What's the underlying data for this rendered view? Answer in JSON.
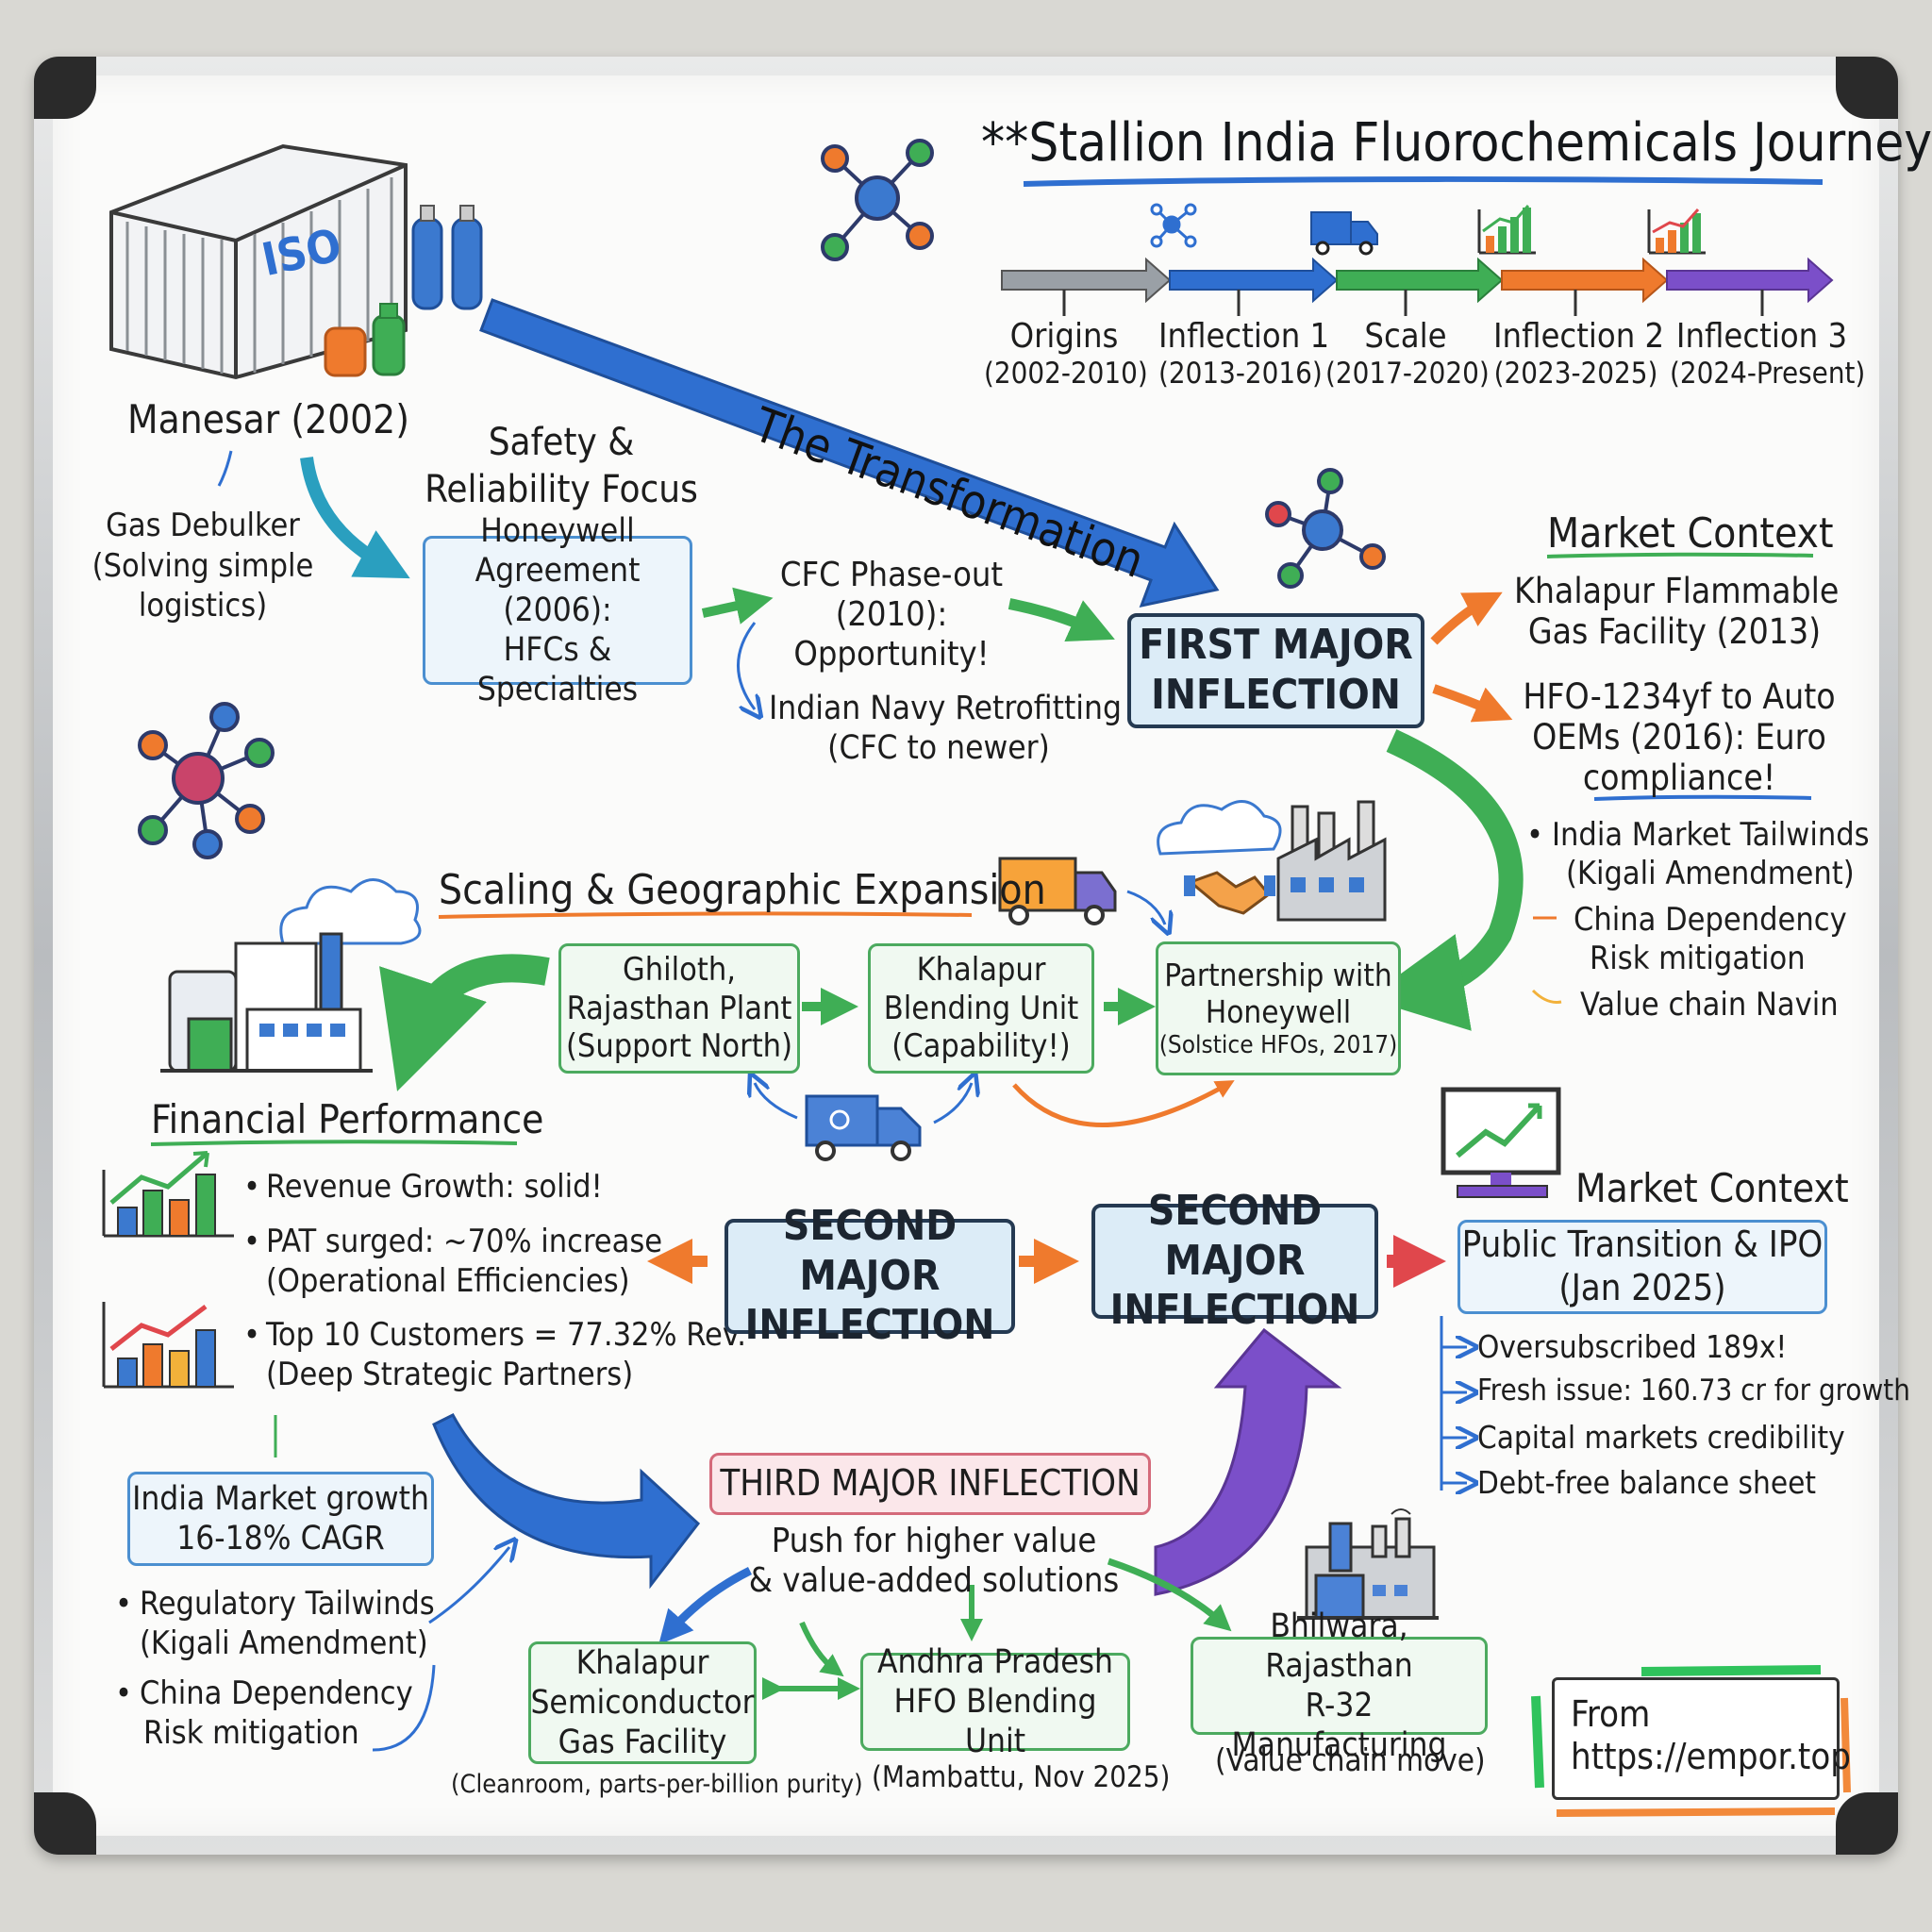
{
  "title": "**Stallion India Fluorochemicals Journey**",
  "timeline": [
    {
      "label": "Origins",
      "years": "(2002-2010)"
    },
    {
      "label": "Inflection 1",
      "years": "(2013-2016)"
    },
    {
      "label": "Scale",
      "years": "(2017-2020)"
    },
    {
      "label": "Inflection 2",
      "years": "(2023-2025)"
    },
    {
      "label": "Inflection 3",
      "years": "(2024-Present)"
    }
  ],
  "container_label": "ISO",
  "manesar": "Manesar (2002)",
  "gas_debulker": [
    "Gas Debulker",
    "(Solving simple",
    "logistics)"
  ],
  "safety": [
    "Safety &",
    "Reliability Focus"
  ],
  "honeywell_agreement": [
    "Honeywell",
    "Agreement (2006):",
    "HFCs & Specialties"
  ],
  "cfc_phaseout": [
    "CFC Phase-out",
    "(2010):",
    "Opportunity!"
  ],
  "navy": [
    "Indian Navy Retrofitting",
    "(CFC to newer)"
  ],
  "transformation": "The Transformation",
  "first_major": [
    "FIRST MAJOR",
    "INFLECTION"
  ],
  "market_context_1": "Market Context",
  "khalapur_flammable": [
    "Khalapur Flammable",
    "Gas Facility (2013)"
  ],
  "hfo_auto": [
    "HFO-1234yf to Auto",
    "OEMs (2016): Euro",
    "compliance!"
  ],
  "tailwinds": [
    "India Market Tailwinds",
    "(Kigali Amendment)"
  ],
  "china_dep_1": [
    "China Dependency",
    "Risk mitigation"
  ],
  "value_chain_navin": "Value chain Navin",
  "scaling_title": "Scaling & Geographic Expansion",
  "ghiloth": [
    "Ghiloth,",
    "Rajasthan Plant",
    "(Support North)"
  ],
  "khalapur_blending": [
    "Khalapur",
    "Blending Unit",
    "(Capability!)"
  ],
  "partnership": [
    "Partnership with",
    "Honeywell",
    "(Solstice HFOs, 2017)"
  ],
  "financial_title": "Financial Performance",
  "revenue": "Revenue Growth: solid!",
  "pat": [
    "PAT surged: ~70% increase",
    "(Operational Efficiencies)"
  ],
  "top10": [
    "Top 10 Customers = 77.32% Rev.",
    "(Deep Strategic Partners)"
  ],
  "second_major_a": [
    "SECOND MAJOR",
    "INFLECTION"
  ],
  "second_major_b": [
    "SECOND MAJOR",
    "INFLECTION"
  ],
  "market_context_2": "Market Context",
  "ipo": [
    "Public Transition & IPO",
    "(Jan 2025)"
  ],
  "ipo_points": [
    "Oversubscribed 189x!",
    "Fresh issue: 160.73 cr for growth",
    "Capital markets credibility",
    "Debt-free balance sheet"
  ],
  "india_growth": [
    "India Market growth",
    "16-18% CAGR"
  ],
  "regulatory": [
    "Regulatory Tailwinds",
    "(Kigali Amendment)"
  ],
  "china_dep_2": [
    "China Dependency",
    "Risk mitigation"
  ],
  "third_major": "THIRD MAJOR INFLECTION",
  "push": [
    "Push for higher value",
    "& value-added solutions"
  ],
  "semiconductor": [
    "Khalapur",
    "Semiconductor",
    "Gas Facility"
  ],
  "cleanroom": "(Cleanroom, parts-per-billion purity)",
  "andhra": [
    "Andhra Pradesh",
    "HFO Blending Unit"
  ],
  "mambattu": "(Mambattu, Nov 2025)",
  "bhilwara": [
    "Bhilwara, Rajasthan",
    "R-32 Manufacturing"
  ],
  "value_chain_move": "(Value chain move)",
  "signature": [
    "From",
    "https://empor.top"
  ],
  "colors": {
    "grey": "#8a8f94",
    "blue": "#2f6fd0",
    "green": "#3fae55",
    "orange": "#ef7a2d",
    "purple": "#7b4fc9",
    "red": "#e0474c",
    "ink": "#1d1d1d"
  }
}
